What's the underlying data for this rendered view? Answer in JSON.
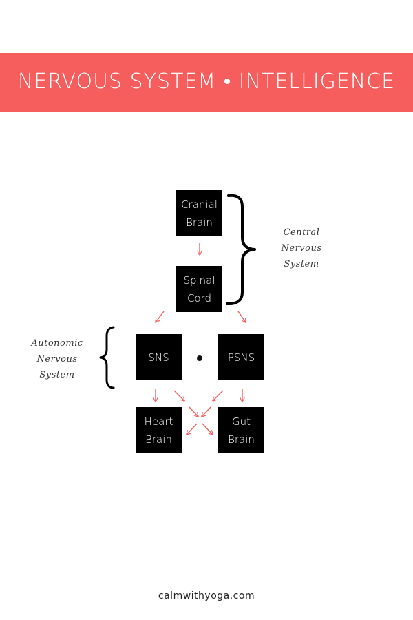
{
  "header": {
    "title": "NERVOUS SYSTEM • INTELLIGENCE",
    "background_color": "#f65d5d"
  },
  "nodes": {
    "cranial_brain": {
      "line1": "Cranial",
      "line2": "Brain"
    },
    "spinal_cord": {
      "line1": "Spinal",
      "line2": "Cord"
    },
    "sns": {
      "line1": "SNS"
    },
    "psns": {
      "line1": "PSNS"
    },
    "heart_brain": {
      "line1": "Heart",
      "line2": "Brain"
    },
    "gut_brain": {
      "line1": "Gut",
      "line2": "Brain"
    }
  },
  "labels": {
    "central": {
      "line1": "Central",
      "line2": "Nervous",
      "line3": "System"
    },
    "autonomic": {
      "line1": "Autonomic",
      "line2": "Nervous",
      "line3": "System"
    }
  },
  "connections": [
    {
      "from": "cranial_brain",
      "to": "spinal_cord"
    },
    {
      "from": "spinal_cord",
      "to": "sns"
    },
    {
      "from": "spinal_cord",
      "to": "psns"
    },
    {
      "from": "sns",
      "to": "heart_brain"
    },
    {
      "from": "sns",
      "to": "gut_brain"
    },
    {
      "from": "psns",
      "to": "heart_brain"
    },
    {
      "from": "psns",
      "to": "gut_brain"
    }
  ],
  "arrow_color": "#f65d5d",
  "footer": {
    "text": "calmwithyoga.com"
  }
}
